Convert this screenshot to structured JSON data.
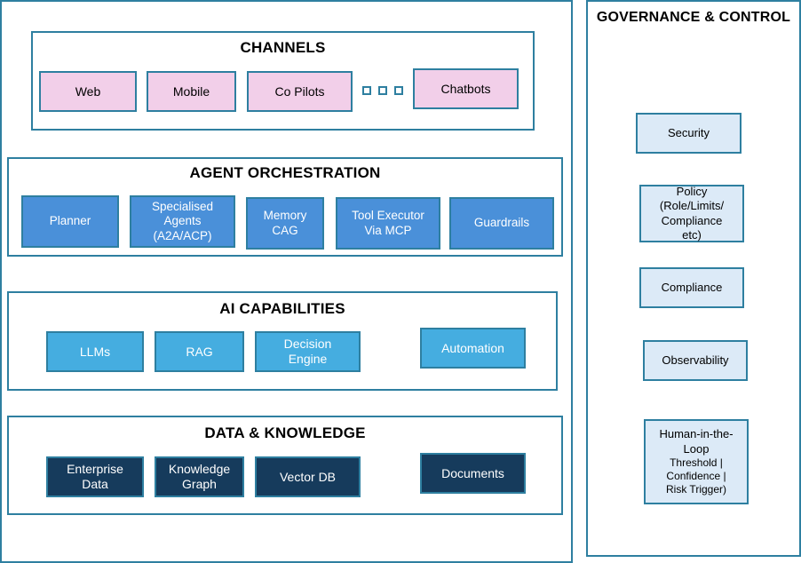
{
  "channels": {
    "title": "CHANNELS",
    "items": [
      "Web",
      "Mobile",
      "Co Pilots",
      "Chatbots"
    ]
  },
  "orchestration": {
    "title": "AGENT ORCHESTRATION",
    "items": [
      {
        "line1": "Planner",
        "line2": "",
        "line3": ""
      },
      {
        "line1": "Specialised",
        "line2": "Agents",
        "line3": "(A2A/ACP)"
      },
      {
        "line1": "Memory",
        "line2": "CAG",
        "line3": ""
      },
      {
        "line1": "Tool Executor",
        "line2": "Via MCP",
        "line3": ""
      },
      {
        "line1": "Guardrails",
        "line2": "",
        "line3": ""
      }
    ]
  },
  "ai": {
    "title": "AI CAPABILITIES",
    "items": [
      {
        "line1": "LLMs",
        "line2": ""
      },
      {
        "line1": "RAG",
        "line2": ""
      },
      {
        "line1": "Decision",
        "line2": "Engine"
      },
      {
        "line1": "Automation",
        "line2": ""
      }
    ]
  },
  "data": {
    "title": "DATA & KNOWLEDGE",
    "items": [
      {
        "line1": "Enterprise",
        "line2": "Data"
      },
      {
        "line1": "Knowledge",
        "line2": "Graph"
      },
      {
        "line1": "Vector DB",
        "line2": ""
      },
      {
        "line1": "Documents",
        "line2": ""
      }
    ]
  },
  "governance": {
    "title": "GOVERNANCE & CONTROL",
    "security": "Security",
    "policy": [
      "Policy",
      "(Role/Limits/",
      "Compliance",
      "etc)"
    ],
    "compliance": "Compliance",
    "observability": "Observability",
    "hitl": [
      "Human-in-the-",
      "Loop",
      "Threshold |",
      "Confidence |",
      "Risk Trigger)"
    ]
  },
  "colors": {
    "border": "#2e7fa0",
    "channel_fill": "#f2cfe9",
    "orchestration_fill": "#4a90d9",
    "ai_fill": "#45ade0",
    "data_fill": "#163b5c",
    "governance_fill": "#dceaf7"
  }
}
